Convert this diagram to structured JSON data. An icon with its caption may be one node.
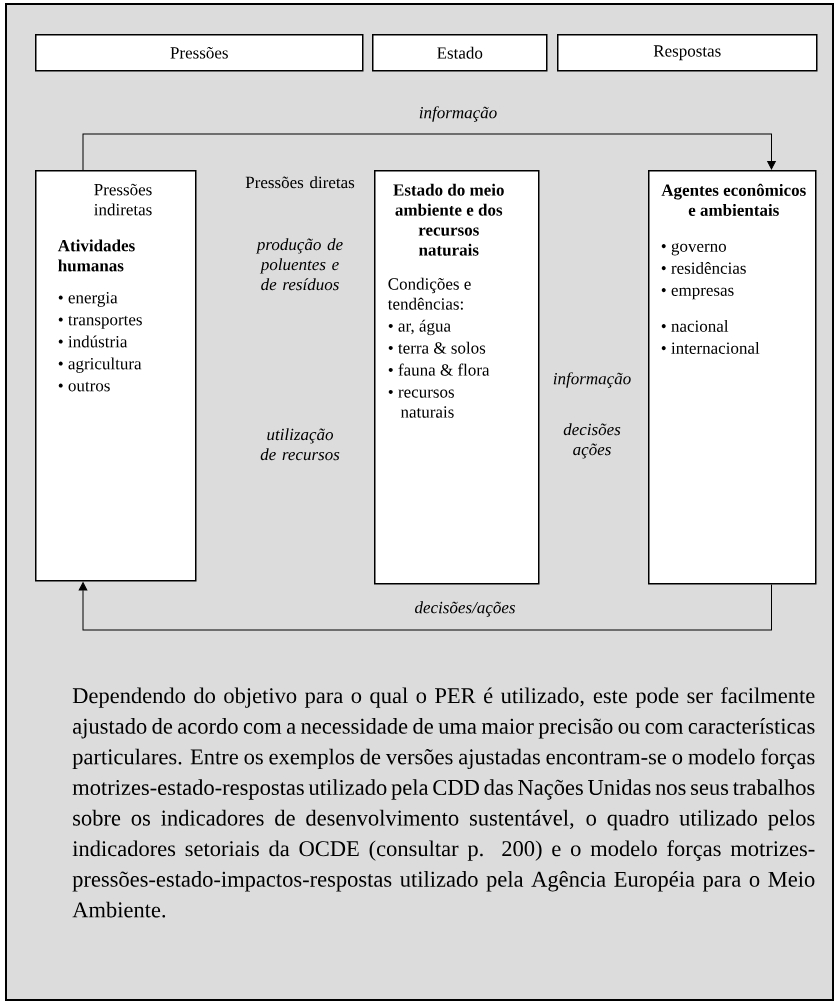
{
  "diagram": {
    "nodes": [
      {
        "text": [
          "Pressões"
        ]
      },
      {
        "text": [
          "Estado"
        ]
      },
      {
        "text": [
          "Respostas"
        ]
      },
      {
        "text": [
          "Pressões indiretas",
          "Atividades humanas",
          "• energia",
          "• transportes",
          "• indústria",
          "• agricultura",
          "• outros"
        ]
      },
      {
        "text": [
          "Estado do meio ambiente e dos recursos naturais",
          "Condições e tendências:",
          "• ar, água",
          "• terra & solos",
          "• fauna & flora",
          "• recursos naturais"
        ]
      },
      {
        "text": [
          "Agentes econômicos e ambientais",
          "• governo",
          "• residências",
          "• empresas",
          "• nacional",
          "• internacional"
        ]
      }
    ],
    "edges": [
      {
        "from": 3,
        "to": 5,
        "arrow": "to",
        "label": "informação"
      },
      {
        "from": 5,
        "to": 3,
        "arrow": "to",
        "label": "decisões/ações"
      }
    ],
    "labels": [
      "Pressões diretas",
      "produção de poluentes e de resíduos",
      "utilização de recursos",
      "informação",
      "decisões ações",
      "Dependendo do objetivo para o qual o PER é utilizado, este pode ser facilmente ajustado de acordo com a necessidade de uma maior precisão ou com características particulares. Entre os exemplos de versões ajustadas encontram-se o modelo forças motrizes-estado-respostas utilizado pela CDD das Nações Unidas nos seus trabalhos sobre os indicadores de desenvolvimento sustentável, o quadro utilizado pelos indicadores setoriais da OCDE (consultar p. 200) e o modelo forças motrizes-pressões-estado-impactos-respostas utilizado pela Agência Européia para o Meio Ambiente."
    ]
  }
}
